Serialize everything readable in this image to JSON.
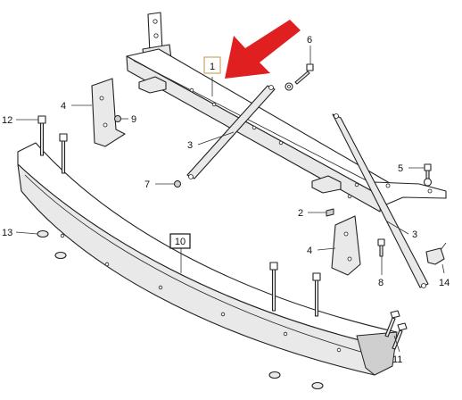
{
  "callouts": {
    "c1": "1",
    "c2": "2",
    "c3a": "3",
    "c3b": "3",
    "c4a": "4",
    "c4b": "4",
    "c5": "5",
    "c6": "6",
    "c7": "7",
    "c8": "8",
    "c9": "9",
    "c10": "10",
    "c11": "11",
    "c12": "12",
    "c13": "13",
    "c14": "14"
  },
  "colors": {
    "arrow": "#e02020",
    "callout_box": "#c8a86a",
    "line": "#222222"
  }
}
